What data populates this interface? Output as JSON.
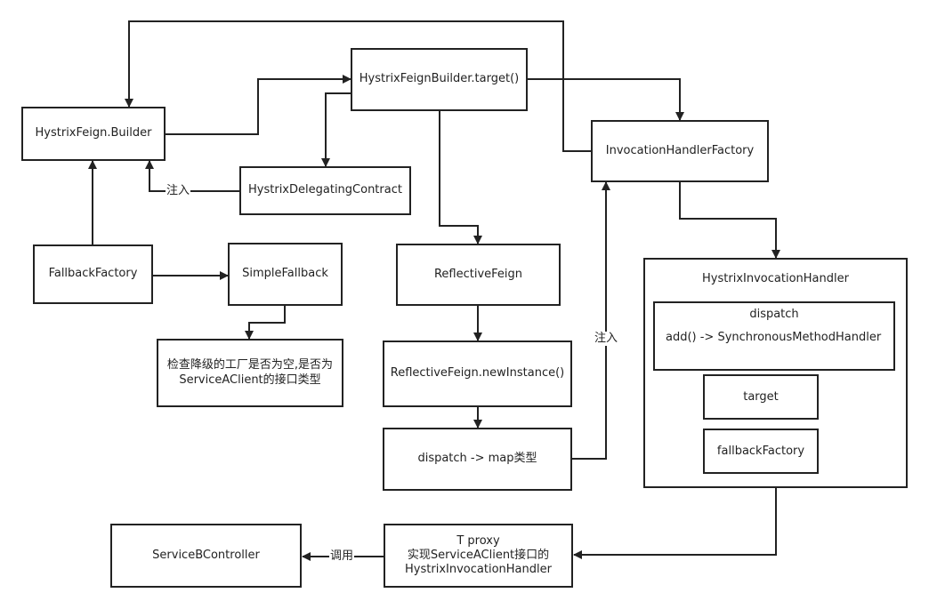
{
  "nodes": {
    "hystrix_feign_builder": "HystrixFeign.Builder",
    "builder_target": "HystrixFeignBuilder.target()",
    "invocation_handler_factory": "InvocationHandlerFactory",
    "delegating_contract": "HystrixDelegatingContract",
    "fallback_factory": "FallbackFactory",
    "simple_fallback": "SimpleFallback",
    "check_note": [
      "检查降级的工厂是否为空,是否为",
      "ServiceAClient的接口类型"
    ],
    "reflective_feign": "ReflectiveFeign",
    "new_instance": "ReflectiveFeign.newInstance()",
    "dispatch_map": "dispatch -> map类型",
    "service_b_controller": "ServiceBController",
    "proxy": [
      "T proxy",
      "实现ServiceAClient接口的",
      "HystrixInvocationHandler"
    ]
  },
  "invocation_handler": {
    "title": "HystrixInvocationHandler",
    "dispatch_title": "dispatch",
    "dispatch_entry": "add() -> SynchronousMethodHandler",
    "target": "target",
    "fallback_factory": "fallbackFactory"
  },
  "edge_labels": {
    "inject_contract": "注入",
    "inject_dispatch": "注入",
    "invoke": "调用"
  }
}
